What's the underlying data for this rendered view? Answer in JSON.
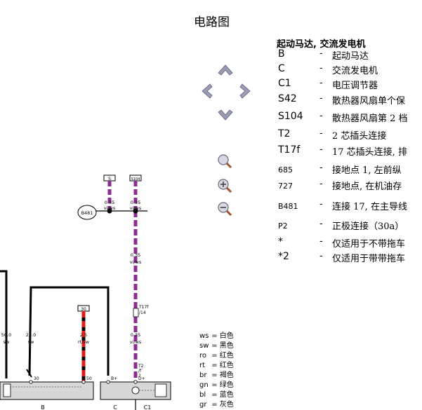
{
  "page": {
    "title": "电路图"
  },
  "legend": {
    "title": "起动马达, 交流发电机",
    "items": [
      {
        "code": "B",
        "dash": "-",
        "desc": "起动马达"
      },
      {
        "code": "C",
        "dash": "-",
        "desc": "交流发电机"
      },
      {
        "code": "C1",
        "dash": "-",
        "desc": "电压调节器"
      },
      {
        "code": "S42",
        "dash": "-",
        "desc": "散热器风扇单个保"
      },
      {
        "code": "S104",
        "dash": "-",
        "desc": "散热器风扇第 2 档"
      },
      {
        "code": "T2",
        "dash": "-",
        "desc": "2 芯插头连接"
      },
      {
        "code": "T17f",
        "dash": "-",
        "desc": "17 芯插头连接, 排"
      },
      {
        "code": "685",
        "dash": "-",
        "desc": "接地点 1, 左前纵"
      },
      {
        "code": "727",
        "dash": "-",
        "desc": "接地点, 在机油存"
      },
      {
        "code": "B481",
        "dash": "-",
        "desc": "连接 17, 在主导线"
      },
      {
        "code": "P2",
        "dash": "-",
        "desc": "正极连接（30a）"
      },
      {
        "code": "*",
        "dash": "-",
        "desc": "仅适用于不带拖车"
      },
      {
        "code": "*2",
        "dash": "-",
        "desc": "仅适用于带带拖车"
      }
    ]
  },
  "color_legend": [
    {
      "code": "ws",
      "eq": "=",
      "name": "白色"
    },
    {
      "code": "sw",
      "eq": "=",
      "name": "黑色"
    },
    {
      "code": "ro",
      "eq": "=",
      "name": "红色"
    },
    {
      "code": "rt",
      "eq": "=",
      "name": "红色"
    },
    {
      "code": "br",
      "eq": "=",
      "name": "褐色"
    },
    {
      "code": "gn",
      "eq": "=",
      "name": "绿色"
    },
    {
      "code": "bl",
      "eq": "=",
      "name": "蓝色"
    },
    {
      "code": "gr",
      "eq": "=",
      "name": "灰色"
    }
  ],
  "diagram": {
    "fuse_labels": {
      "s42": "S",
      "s104": "S104",
      "p2": "30"
    },
    "wires": {
      "w1": {
        "size": "0.35",
        "color": "vi/ws"
      },
      "w2": {
        "size": "0.35",
        "color": "vi/ws"
      },
      "w3": {
        "size": "0.35",
        "color": "vi/ws"
      },
      "w4": {
        "size": "0.35",
        "color": "vi/ws"
      },
      "w5": {
        "size": "50.0",
        "color": "sw"
      },
      "w6": {
        "size": "25.0",
        "color": "sw"
      },
      "w7": {
        "size": "2.5",
        "color": "rt/sw"
      }
    },
    "connector_labels": {
      "t17f_a": "T17f",
      "t17f_b": "/14",
      "t2_a": "T2",
      "t2_b": "/f",
      "t2_c": "2"
    },
    "node_label": "B481",
    "terminal_labels": {
      "b30": "30",
      "b50": "50",
      "c_bplus": "B+",
      "c1_dplus": "D+"
    },
    "component_labels": {
      "b": "B",
      "c": "C",
      "c1": "C1"
    }
  },
  "colors": {
    "purple": "#8b2c8f",
    "red": "#e01b1b",
    "black": "#000000",
    "box_fill": "#d7d7d7",
    "nav_icon": "#9b9bb5"
  }
}
